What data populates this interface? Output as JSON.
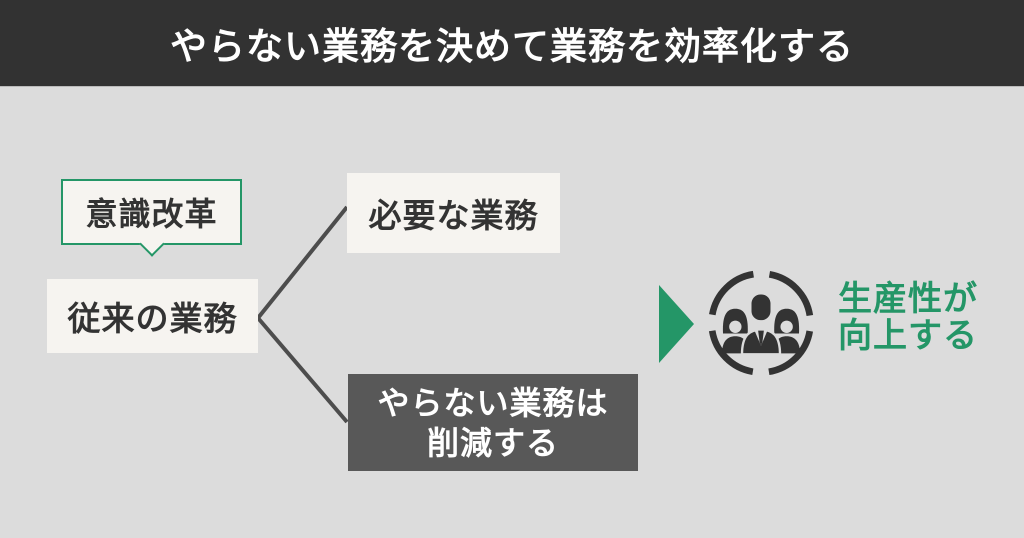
{
  "header": {
    "title": "やらない業務を決めて業務を効率化する"
  },
  "diagram": {
    "bubble": {
      "label": "意識改革"
    },
    "source_box": {
      "label": "従来の業務"
    },
    "branches": {
      "keep": {
        "label": "必要な業務"
      },
      "eliminate": {
        "line1": "やらない業務は",
        "line2": "削減する"
      }
    },
    "result": {
      "line1": "生産性が",
      "line2": "向上する",
      "icon": "team-in-dashed-circle-icon",
      "arrow_icon": "right-triangle-arrow-icon"
    }
  },
  "colors": {
    "header_bg": "#323232",
    "header_text": "#ffffff",
    "canvas_bg": "#dcdcdc",
    "light_box_bg": "#f6f4f0",
    "dark_box_bg": "#585858",
    "dark_box_text": "#ffffff",
    "text_dark": "#333333",
    "accent_green": "#249667",
    "connector_gray": "#4d4d4d",
    "icon_ink": "#333333"
  }
}
